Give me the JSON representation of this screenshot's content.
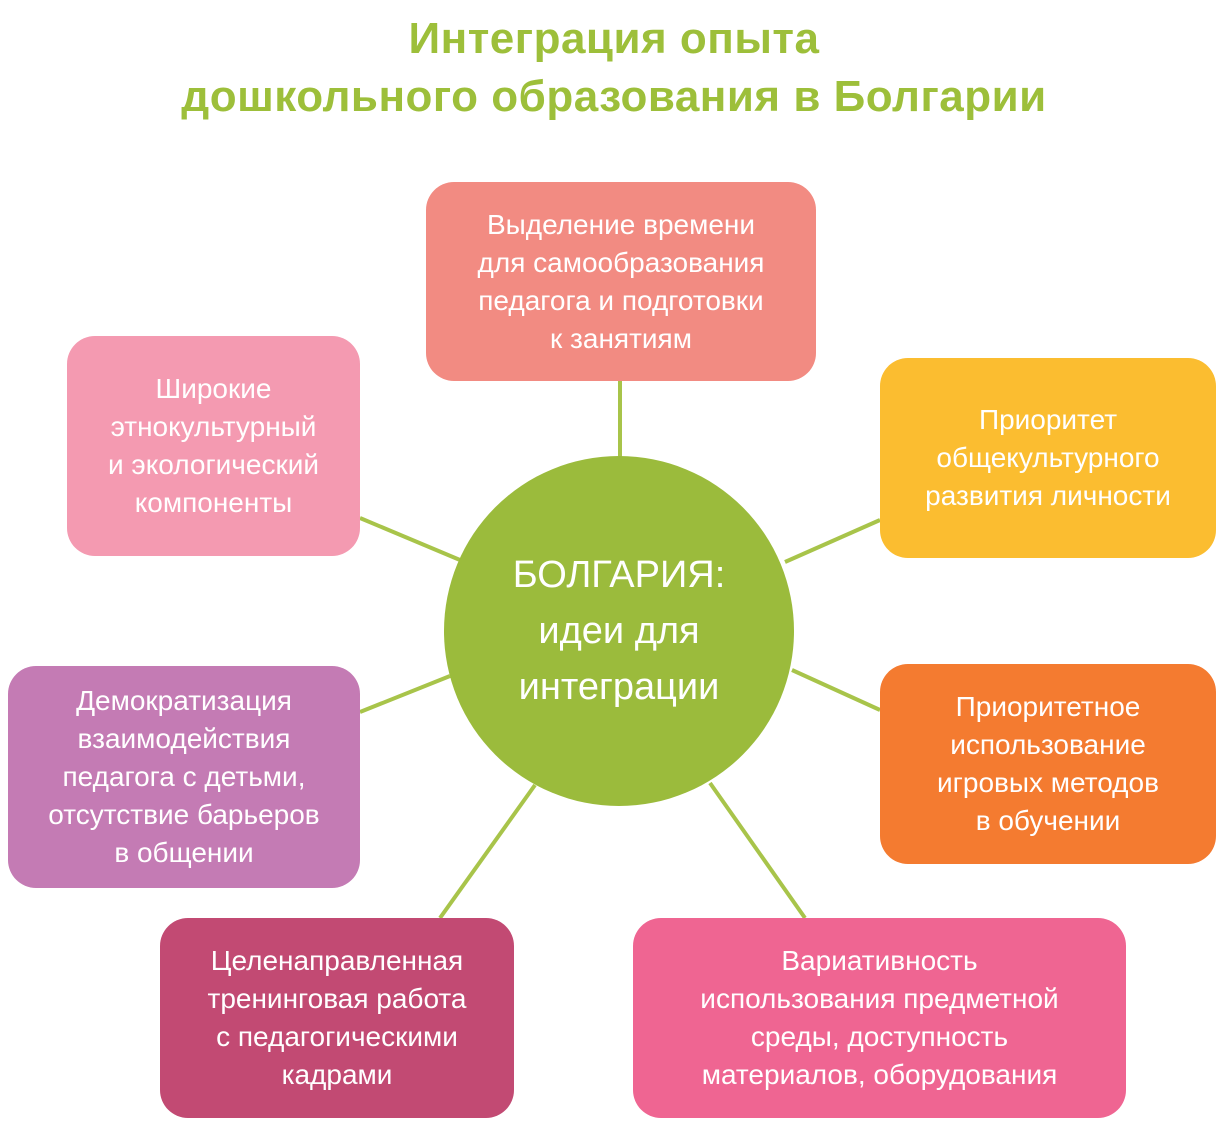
{
  "title": {
    "line1": "Интеграция опыта",
    "line2": "дошкольного образования в Болгарии"
  },
  "center": {
    "line1": "БОЛГАРИЯ:",
    "line2": "идеи для",
    "line3": "интеграции"
  },
  "boxes": [
    {
      "lines": [
        "Выделение времени",
        "для самообразования",
        "педагога и подготовки",
        "к занятиям"
      ],
      "color": "#f28b82"
    },
    {
      "lines": [
        "Приоритет",
        "общекультурного",
        "развития личности"
      ],
      "color": "#fbbd30"
    },
    {
      "lines": [
        "Приоритетное",
        "использование",
        "игровых методов",
        "в обучении"
      ],
      "color": "#f47b30"
    },
    {
      "lines": [
        "Вариативность",
        "использования предметной",
        "среды, доступность",
        "материалов, оборудования"
      ],
      "color": "#ef6592"
    },
    {
      "lines": [
        "Целенаправленная",
        "тренинговая работа",
        "с педагогическими",
        "кадрами"
      ],
      "color": "#c24a73"
    },
    {
      "lines": [
        "Демократизация",
        "взаимодействия",
        "педагога с детьми,",
        "отсутствие барьеров",
        "в общении"
      ],
      "color": "#c47bb4"
    },
    {
      "lines": [
        "Широкие",
        "этнокультурный",
        "и экологический",
        "компоненты"
      ],
      "color": "#f49ab1"
    }
  ],
  "colors": {
    "title": "#9dbf3a",
    "center": "#9bbb3c",
    "connector": "#a8c44a"
  }
}
